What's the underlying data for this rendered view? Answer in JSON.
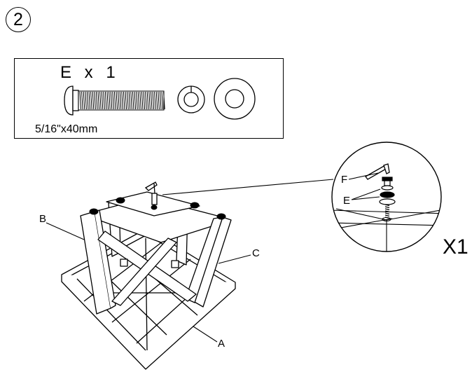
{
  "step": {
    "number": "2"
  },
  "parts": {
    "quantity_label": "E x 1",
    "size_label": "5/16\"x40mm"
  },
  "labels": {
    "a": "A",
    "b": "B",
    "c": "C",
    "f": "F",
    "e": "E"
  },
  "detail": {
    "multiplier": "X1"
  },
  "colors": {
    "line": "#000000",
    "background": "#ffffff"
  }
}
